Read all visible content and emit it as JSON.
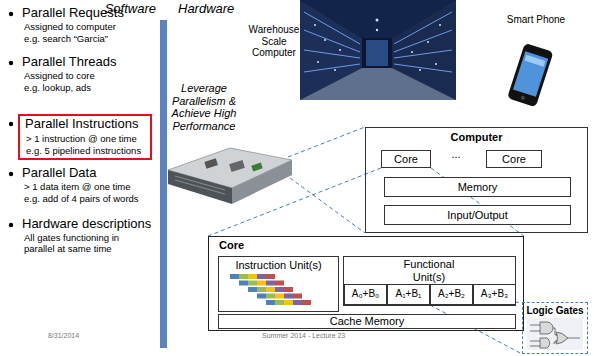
{
  "diagram": {
    "nodes": [
      {
        "text": [
          "Parallel Instructions",
          "> 1 instruction @ one time",
          "e.g. 5 pipelined instructions"
        ]
      },
      {
        "text": [
          "Computer"
        ]
      },
      {
        "text": [
          "Core"
        ],
        "in": 1
      },
      {
        "text": [
          "Core"
        ],
        "in": 1
      },
      {
        "text": [
          "Memory"
        ],
        "in": 1
      },
      {
        "text": [
          "Input/Output"
        ],
        "in": 1
      },
      {
        "text": [
          "Core"
        ]
      },
      {
        "text": [
          "Instruction Unit(s)"
        ],
        "in": 6
      },
      {
        "text": [
          "Functional Unit(s)"
        ],
        "in": 6
      },
      {
        "text": [
          "A₀+B₀"
        ],
        "in": 8
      },
      {
        "text": [
          "A₁+B₁"
        ],
        "in": 8
      },
      {
        "text": [
          "A₂+B₂"
        ],
        "in": 8
      },
      {
        "text": [
          "A₃+B₃"
        ],
        "in": 8
      },
      {
        "text": [
          "Cache Memory"
        ],
        "in": 6
      },
      {
        "text": [
          "Logic Gates"
        ]
      }
    ],
    "edges": [
      {
        "from": 2,
        "to": 6,
        "arrow": "none"
      },
      {
        "from": 11,
        "to": 14,
        "arrow": "none"
      }
    ],
    "labels": [
      "Software",
      "Hardware",
      "Parallel Requests",
      "Assigned to computer",
      "e.g. search “Garcia”",
      "Parallel Threads",
      "Assigned to core",
      "e.g. lookup, ads",
      "Parallel Data",
      "> 1 data item @ one time",
      "e.g. add of 4 pairs of words",
      "Hardware descriptions",
      "All gates functioning in parallel at same time",
      "Leverage Parallelism & Achieve High Performance",
      "Warehouse Scale Computer",
      "Smart Phone",
      "...",
      "8/31/2014",
      "Summer 2014 - Lecture 23"
    ]
  }
}
